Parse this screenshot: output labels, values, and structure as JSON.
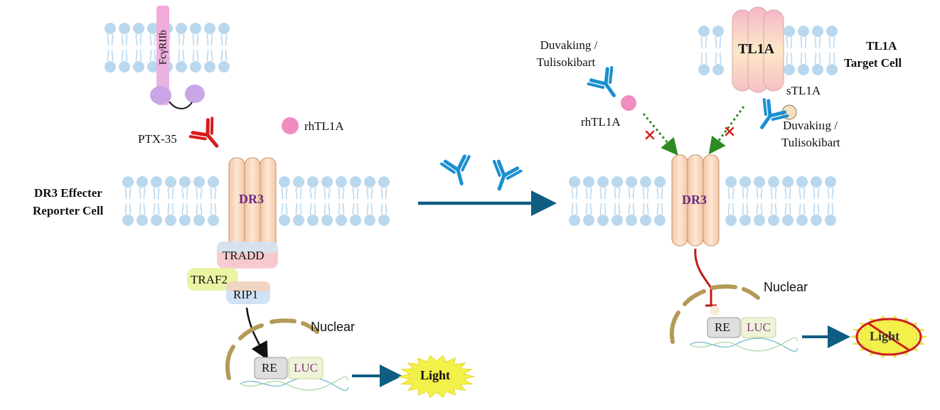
{
  "left_panel": {
    "receptor_label": "FcγRIIb",
    "crosslinker_label": "PTX-35",
    "ligand_label": "rhTL1A",
    "cell_label_line1": "DR3 Effecter",
    "cell_label_line2": "Reporter Cell",
    "dr3_label": "DR3",
    "tradd_label": "TRADD",
    "traf2_label": "TRAF2",
    "rip1_label": "RIP1",
    "nuclear_label": "Nuclear",
    "re_label": "RE",
    "luc_label": "LUC",
    "light_label": "Light"
  },
  "right_panel": {
    "antibody_label_top_line1": "Duvakiıng /",
    "antibody_label_top_line2": "Tulisokibart",
    "soluble_ligand_label": "rhTL1A",
    "tl1a_label": "TL1A",
    "target_cell_line1": "TL1A",
    "target_cell_line2": "Target Cell",
    "stl1a_label": "sTL1A",
    "antibody_label_right_line1": "Duvakiııg /",
    "antibody_label_right_line2": "Tulisokibart",
    "dr3_label": "DR3",
    "nuclear_label": "Nuclear",
    "re_label": "RE",
    "luc_label": "LUC",
    "light_label": "Light"
  },
  "colors": {
    "membrane": "#b9d8ee",
    "dr3": "#f8d7bf",
    "antibody_blue": "#1b8fd0",
    "antibody_red": "#d81c1c",
    "arrow_blue": "#0f5d82",
    "inhibit_green": "#2e8b22",
    "block_red": "#d21f1f",
    "ligand_pink": "#ef8cc0",
    "stl1a_beige": "#f6e0bf",
    "light_yellow": "#f3f04a",
    "purple_text": "#6a2a82"
  },
  "icons": [
    "antibody-icon",
    "burst-icon",
    "prohibited-icon",
    "dna-icon"
  ]
}
